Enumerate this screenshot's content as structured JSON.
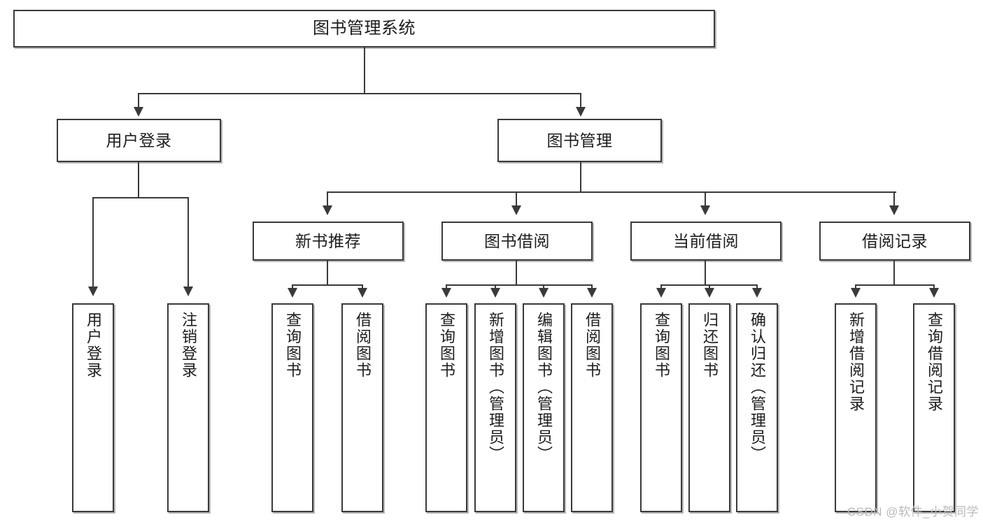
{
  "diagram": {
    "title": "图书管理系统",
    "type": "tree-hierarchy-diagram",
    "root": {
      "label": "图书管理系统"
    },
    "level2": [
      {
        "label": "用户登录"
      },
      {
        "label": "图书管理"
      }
    ],
    "level3": [
      {
        "label": "新书推荐"
      },
      {
        "label": "图书借阅"
      },
      {
        "label": "当前借阅"
      },
      {
        "label": "借阅记录"
      }
    ],
    "leaves": {
      "user_login": [
        {
          "label": "用户登录"
        },
        {
          "label": "注销登录"
        }
      ],
      "new_book_recommend": [
        {
          "label": "查询图书"
        },
        {
          "label": "借阅图书"
        }
      ],
      "book_borrow": [
        {
          "label": "查询图书"
        },
        {
          "label": "新增图书（管理员）"
        },
        {
          "label": "编辑图书（管理员）"
        },
        {
          "label": "借阅图书"
        }
      ],
      "current_borrow": [
        {
          "label": "查询图书"
        },
        {
          "label": "归还图书"
        },
        {
          "label": "确认归还（管理员）"
        }
      ],
      "borrow_record": [
        {
          "label": "新增借阅记录"
        },
        {
          "label": "查询借阅记录"
        }
      ]
    }
  },
  "watermark": {
    "text": "CSDN @软件_小贺同学"
  },
  "colors": {
    "box_border": "#3a3a3a",
    "box_fill": "#ffffff",
    "line": "#3a3a3a",
    "text": "#1d1d1d",
    "watermark": "#b9b9b9",
    "background": "#ffffff"
  }
}
